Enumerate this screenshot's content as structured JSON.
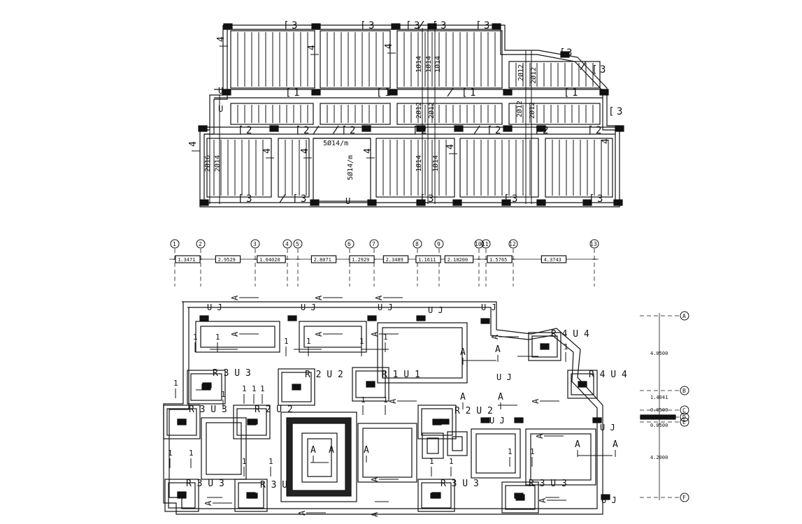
{
  "top_plan": {
    "beam_marks": [
      "3",
      "3",
      "3",
      "3",
      "3",
      "1",
      "1",
      "1",
      "1",
      "2",
      "2",
      "2",
      "2",
      "2",
      "2",
      "2",
      "3",
      "3",
      "3",
      "3",
      "3"
    ],
    "side_marks": [
      "4",
      "4",
      "4",
      "4",
      "4",
      "4",
      "4",
      "4"
    ],
    "rebar_notes": [
      "1Ø14",
      "1Ø14",
      "1Ø14",
      "2Ø12",
      "2Ø12",
      "2Ø12",
      "2Ø12",
      "2Ø12",
      "2Ø12",
      "2Ø16",
      "2Ø14",
      "1Ø14",
      "1Ø14",
      "5Ø14/m",
      "5Ø14/m"
    ],
    "u_marks": [
      "U",
      "U",
      "U"
    ]
  },
  "grid": {
    "bubbles": [
      "1",
      "2",
      "3",
      "4",
      "5",
      "6",
      "7",
      "8",
      "9",
      "10",
      "11",
      "12",
      "13"
    ],
    "spacings": [
      "1.3471",
      "2.9529",
      "1.04020",
      "2.8071",
      "1.2929",
      "2.3489",
      "1.1611",
      "2.10200",
      "1.5765",
      "4.3743"
    ],
    "rows": [
      "A",
      "B",
      "C",
      "D",
      "E",
      "F"
    ],
    "row_spacings": [
      "4.0500",
      "1.4041",
      "0.0500",
      "0.0500",
      "4.2000"
    ]
  },
  "bottom_plan": {
    "footing_labels": [
      "R 3  U 3",
      "R 2  U 2",
      "R 1  U 1",
      "R 4  U 4",
      "R 4  U 4",
      "R 3  U 3",
      "R 2  U 2",
      "R 2  U 2",
      "R 3  U 3",
      "R 3  U 3",
      "R 3  U 3",
      "R 3  U 3"
    ],
    "uj_labels": [
      "U J",
      "U J",
      "U J",
      "U J",
      "U J",
      "U J",
      "U J",
      "U J",
      "U J"
    ],
    "section_a": "A",
    "section_1": "1"
  }
}
